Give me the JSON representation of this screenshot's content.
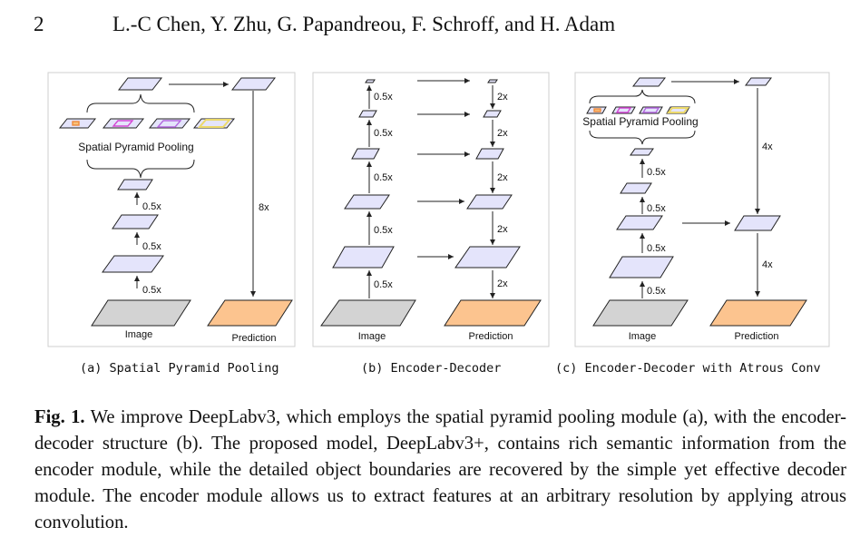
{
  "header": {
    "page_number": "2",
    "authors": "L.-C Chen, Y. Zhu, G. Papandreou, F. Schroff, and H. Adam"
  },
  "figure": {
    "panel_a": {
      "block_label": "Spatial Pyramid Pooling",
      "scales": [
        "0.5x",
        "0.5x",
        "0.5x"
      ],
      "upsample": "8x",
      "image_label": "Image",
      "prediction_label": "Prediction",
      "subcaption": "(a) Spatial Pyramid Pooling"
    },
    "panel_b": {
      "down_scales": [
        "0.5x",
        "0.5x",
        "0.5x",
        "0.5x",
        "0.5x"
      ],
      "up_scales": [
        "2x",
        "2x",
        "2x",
        "2x",
        "2x"
      ],
      "image_label": "Image",
      "prediction_label": "Prediction",
      "subcaption": "(b) Encoder-Decoder"
    },
    "panel_c": {
      "block_label": "Spatial Pyramid Pooling",
      "scales": [
        "0.5x",
        "0.5x",
        "0.5x",
        "0.5x"
      ],
      "upsample_top": "4x",
      "upsample_bottom": "4x",
      "image_label": "Image",
      "prediction_label": "Prediction",
      "subcaption": "(c) Encoder-Decoder with Atrous Conv"
    },
    "colors": {
      "feature": "#e4e4fb",
      "image": "#d3d3d3",
      "prediction": "#fcc48f",
      "pool_orange": "#f08a3a",
      "pool_magenta": "#d448d4",
      "pool_purple": "#b468e0",
      "pool_yellow": "#ecd96a"
    }
  },
  "caption": {
    "label": "Fig. 1.",
    "text": " We improve DeepLabv3, which employs the spatial pyramid pooling module (a), with the encoder-decoder structure (b). The proposed model, DeepLabv3+, contains rich semantic information from the encoder module, while the detailed object boundaries are recovered by the simple yet effective decoder module. The encoder module allows us to extract features at an arbitrary resolution by applying atrous convolution."
  }
}
